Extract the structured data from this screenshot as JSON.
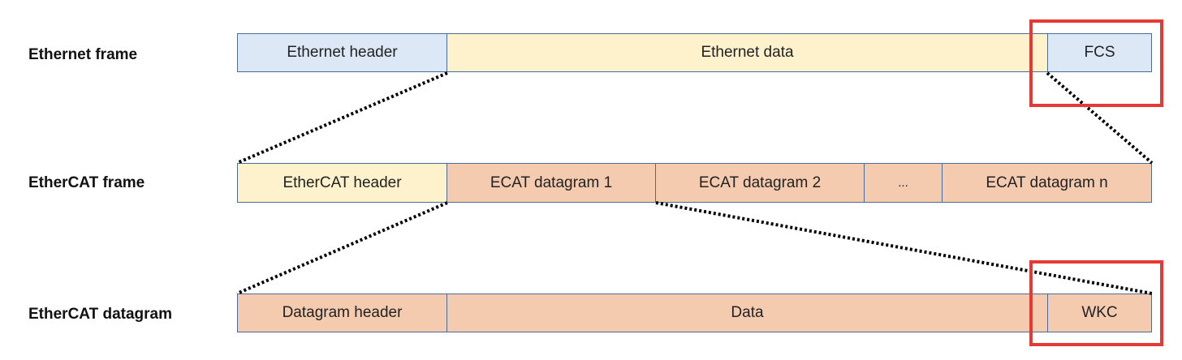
{
  "rows": [
    {
      "label": "Ethernet frame",
      "segments": [
        {
          "label": "Ethernet header",
          "color": "#dce8f5"
        },
        {
          "label": "Ethernet data",
          "color": "#fdf2cc"
        },
        {
          "label": "FCS",
          "color": "#dce8f5"
        }
      ]
    },
    {
      "label": "EtherCAT frame",
      "segments": [
        {
          "label": "EtherCAT header",
          "color": "#fdf2cc"
        },
        {
          "label": "ECAT datagram 1",
          "color": "#f5cbb0"
        },
        {
          "label": "ECAT datagram 2",
          "color": "#f5cbb0"
        },
        {
          "label": "...",
          "color": "#f5cbb0"
        },
        {
          "label": "ECAT datagram n",
          "color": "#f5cbb0"
        }
      ]
    },
    {
      "label": "EtherCAT datagram",
      "segments": [
        {
          "label": "Datagram header",
          "color": "#f5cbb0"
        },
        {
          "label": "Data",
          "color": "#f5cbb0"
        },
        {
          "label": "WKC",
          "color": "#f5cbb0"
        }
      ]
    }
  ],
  "highlight_color": "#e53935",
  "border_color": "#4d6b99"
}
